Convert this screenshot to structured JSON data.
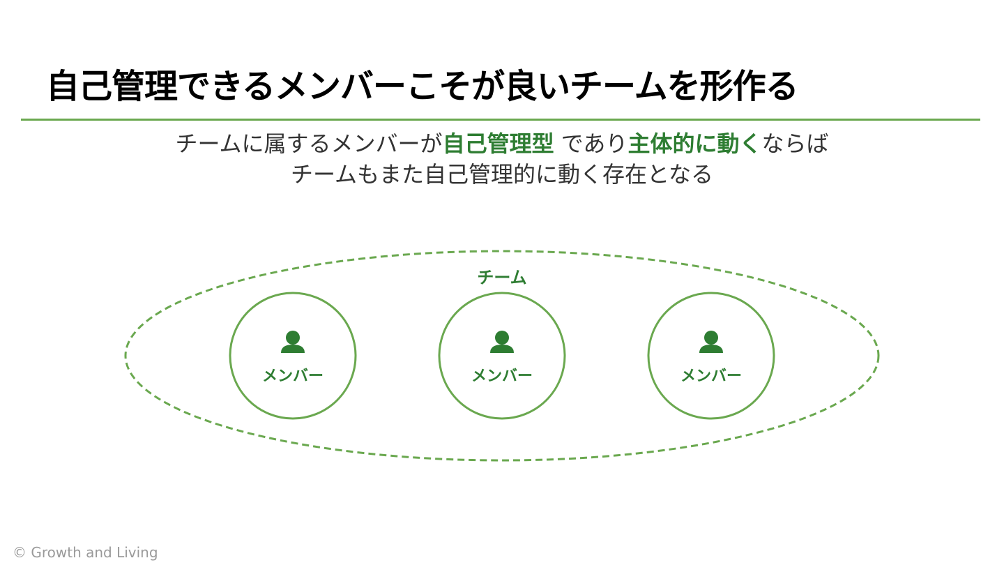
{
  "slide": {
    "title": "自己管理できるメンバーこそが良いチームを形作る",
    "subtitle": {
      "line1": {
        "part1": "チームに属するメンバーが",
        "em1": "自己管理型",
        "part2": "であり",
        "em2": "主体的に動く",
        "part3": "ならば"
      },
      "line2": "チームもまた自己管理的に動く存在となる"
    }
  },
  "diagram": {
    "team_label": "チーム",
    "members": [
      {
        "label": "メンバー",
        "icon": "person-icon"
      },
      {
        "label": "メンバー",
        "icon": "person-icon"
      },
      {
        "label": "メンバー",
        "icon": "person-icon"
      }
    ]
  },
  "footer": {
    "copyright": "© Growth and Living"
  },
  "colors": {
    "accent_green": "#6aa84f",
    "dark_green": "#2e7d32",
    "text": "#333333"
  }
}
